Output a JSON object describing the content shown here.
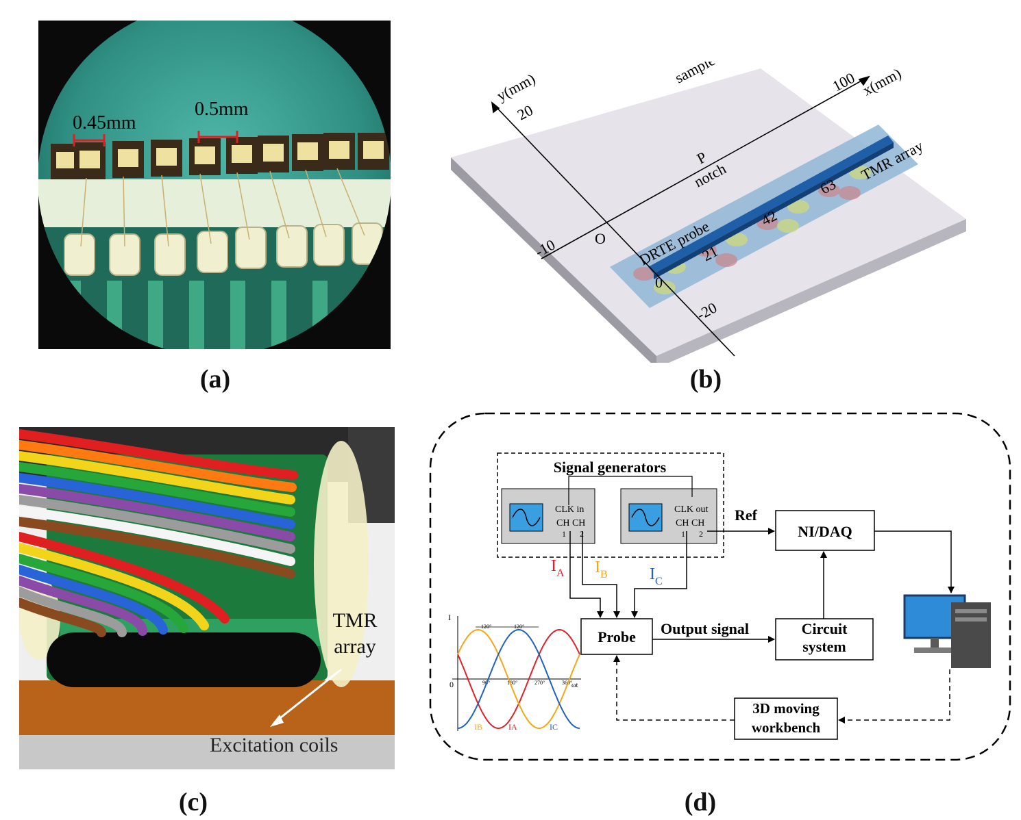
{
  "panels": {
    "a": {
      "caption": "(a)",
      "dim1": "0.45mm",
      "dim2": "0.5mm"
    },
    "b": {
      "caption": "(b)",
      "sample": "sample",
      "y_axis": "y(mm)",
      "x_axis": "x(mm)",
      "y20": "20",
      "x100": "100",
      "p": "P",
      "notch": "notch",
      "tmr": "TMR array",
      "probe": "DRTE probe",
      "n0": "0",
      "n21": "21",
      "n42": "42",
      "n63": "63",
      "xm10": "-10",
      "origin": "O",
      "ym20": "-20"
    },
    "c": {
      "caption": "(c)",
      "tmr_line1": "TMR",
      "tmr_line2": "array",
      "coils": "Excitation coils"
    },
    "d": {
      "caption": "(d)",
      "signal_generators": "Signal generators",
      "clk_in": "CLK in",
      "clk_out": "CLK out",
      "ch": "CH CH",
      "ch1": "1",
      "ch2": "2",
      "ref": "Ref",
      "nidaq": "NI/DAQ",
      "ia": "I",
      "ia_sub": "A",
      "ib": "I",
      "ib_sub": "B",
      "ic": "I",
      "ic_sub": "C",
      "probe": "Probe",
      "output_signal": "Output signal",
      "circuit1": "Circuit",
      "circuit2": "system",
      "workbench1": "3D moving",
      "workbench2": "workbench",
      "wave_i": "I",
      "wave_120a": "120°",
      "wave_120b": "120°",
      "wave_0": "0",
      "wave_90": "90°",
      "wave_180": "180°",
      "wave_270": "270°",
      "wave_360": "360°",
      "wave_wt": "ωt",
      "wave_ib": "IB",
      "wave_ia": "IA",
      "wave_ic": "IC"
    }
  },
  "colors": {
    "ia": "#e0202a",
    "ib": "#f0a818",
    "ic": "#2060c0"
  }
}
